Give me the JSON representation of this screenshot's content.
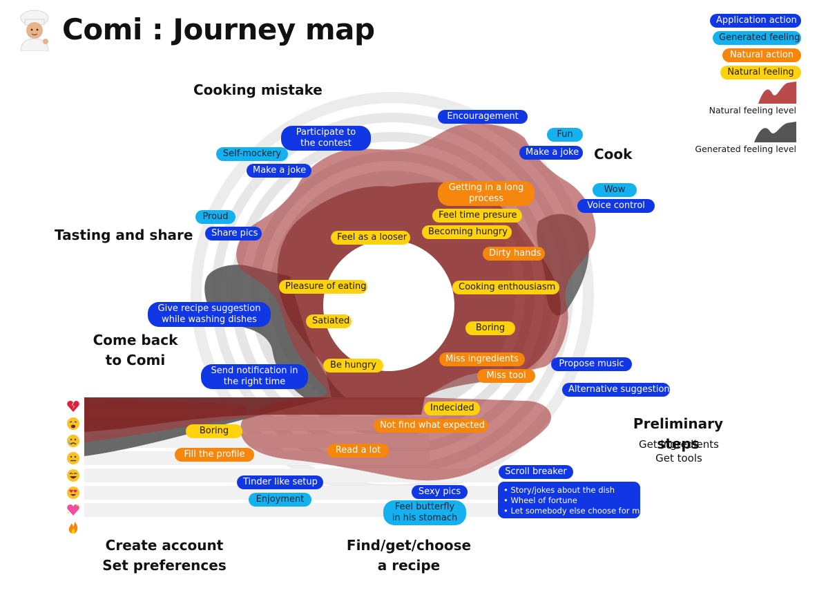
{
  "title": "Comi : Journey map",
  "colors": {
    "application_action": "#1136e4",
    "generated_feeling": "#14b1ee",
    "natural_action": "#f7860c",
    "natural_feeling": "#ffd20e",
    "natural_feeling_level": "#b94b4b",
    "generated_feeling_level": "#555555"
  },
  "legend": {
    "application_action": "Application action",
    "generated_feeling": "Generated feeling",
    "natural_action": "Natural action",
    "natural_feeling": "Natural feeling",
    "natural_level": "Natural feeling level",
    "generated_level": "Generated feeling level"
  },
  "sections": {
    "cooking_mistake": "Cooking mistake",
    "cook": "Cook",
    "tasting": "Tasting and share",
    "come_back": [
      "Come back",
      "to Comi"
    ],
    "preliminary": "Preliminary steps",
    "preliminary_sub": [
      "Get ingredients",
      "Get tools"
    ],
    "create_account": [
      "Create account",
      "Set preferences"
    ],
    "find_recipe": [
      "Find/get/choose",
      "a recipe"
    ]
  },
  "emoji_scale": [
    "broken-heart",
    "weary-face",
    "crying-face",
    "neutral-face",
    "grinning-face",
    "heart-eyes-face",
    "sparkling-heart",
    "fire"
  ],
  "labels": {
    "encouragement": "Encouragement",
    "participate": [
      "Participate to",
      "the contest"
    ],
    "self_mockery": "Self-mockery",
    "make_joke_left": "Make a joke",
    "fun": "Fun",
    "make_joke_right": "Make a joke",
    "wow": "Wow",
    "voice_control": "Voice control",
    "getting_long": [
      "Getting in a long",
      "process"
    ],
    "feel_time": "Feel time presure",
    "becoming_hungry": "Becoming hungry",
    "dirty_hands": "Dirty hands",
    "cooking_enth": "Cooking enthousiasm",
    "boring_inner": "Boring",
    "miss_ingredients": "Miss ingredients",
    "miss_tool": "Miss tool",
    "propose_music": "Propose music",
    "alt_suggestion": "Alternative suggestion",
    "proud": "Proud",
    "share_pics": "Share pics",
    "feel_looser": "Feel as a looser",
    "pleasure": "Pleasure of eating",
    "satiated": "Satiated",
    "be_hungry": "Be hungry",
    "give_recipe": [
      "Give recipe suggestion",
      "while washing dishes"
    ],
    "send_notif": [
      "Send notification in",
      "the right time"
    ],
    "indecided": "Indecided",
    "not_find": "Not find what expected",
    "boring_left": "Boring",
    "fill_profile": "Fill the profile",
    "read_lot": "Read a lot",
    "tinder": "Tinder like setup",
    "enjoyment": "Enjoyment",
    "sexy_pics": "Sexy pics",
    "feel_butterfly": [
      "Feel butterfly",
      "in his stomach"
    ],
    "scroll_breaker": "Scroll breaker",
    "scroll_items": [
      "• Story/jokes about the dish",
      "• Wheel of fortune",
      "• Let somebody else choose for me"
    ]
  }
}
